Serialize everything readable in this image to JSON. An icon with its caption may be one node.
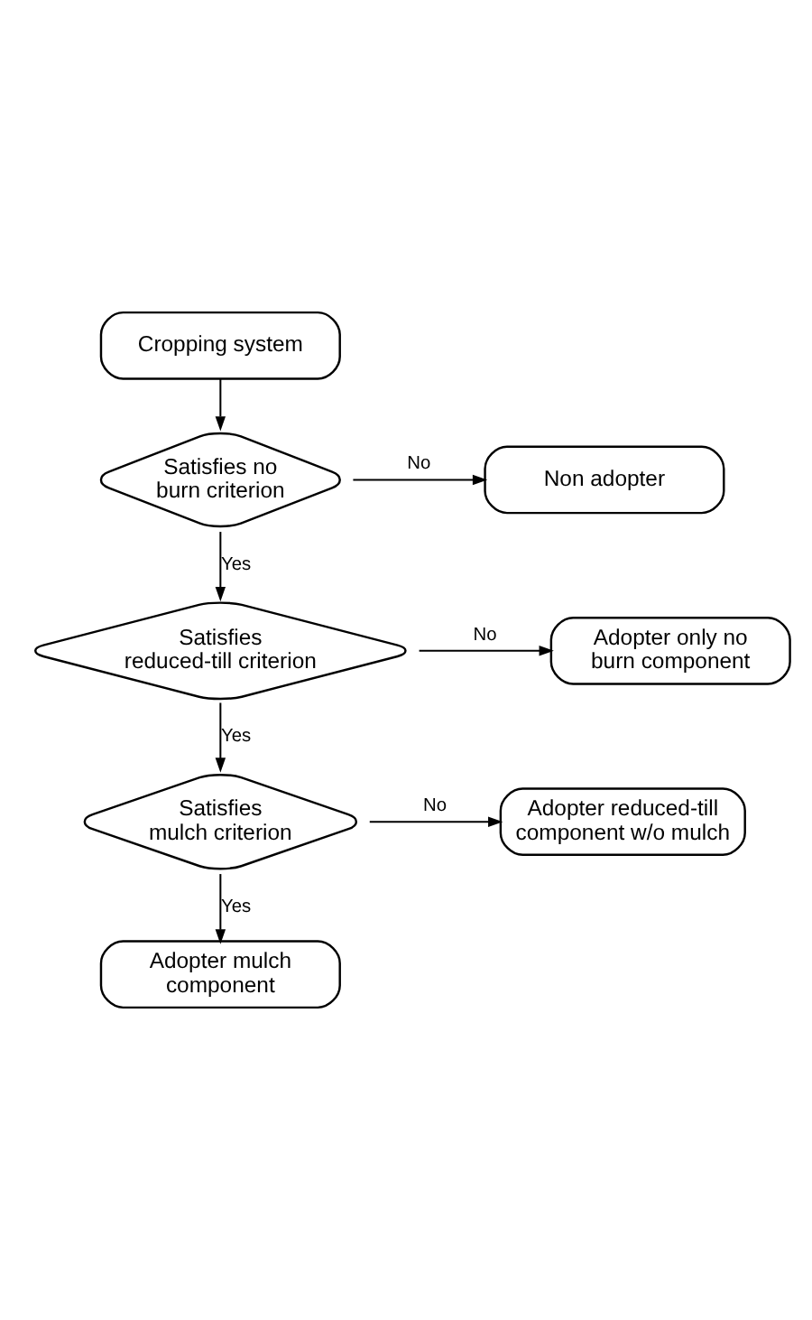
{
  "diagram": {
    "nodes": [
      {
        "text": [
          "Cropping system"
        ]
      },
      {
        "text": [
          "Satisfies no burn criterion"
        ]
      },
      {
        "text": [
          "Non adopter"
        ]
      },
      {
        "text": [
          "Satisfies reduced-till criterion"
        ]
      },
      {
        "text": [
          "Adopter only no burn component"
        ]
      },
      {
        "text": [
          "Satisfies mulch criterion"
        ]
      },
      {
        "text": [
          "Adopter reduced-till component w/o mulch"
        ]
      },
      {
        "text": [
          "Adopter mulch component"
        ]
      }
    ],
    "edges": [
      {
        "from": 0,
        "to": 1,
        "arrow": "to"
      },
      {
        "from": 1,
        "to": 2,
        "arrow": "to",
        "label": "No"
      },
      {
        "from": 1,
        "to": 3,
        "arrow": "to",
        "label": "Yes"
      },
      {
        "from": 3,
        "to": 4,
        "arrow": "to",
        "label": "No"
      },
      {
        "from": 3,
        "to": 5,
        "arrow": "to",
        "label": "Yes"
      },
      {
        "from": 5,
        "to": 6,
        "arrow": "to",
        "label": "No"
      },
      {
        "from": 5,
        "to": 7,
        "arrow": "to",
        "label": "Yes"
      }
    ]
  }
}
